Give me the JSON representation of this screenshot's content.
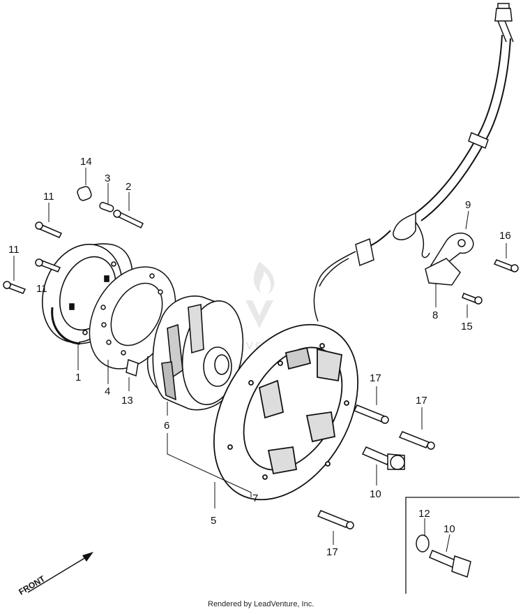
{
  "diagram": {
    "callouts": {
      "c1": "1",
      "c2": "2",
      "c3": "3",
      "c4": "4",
      "c5": "5",
      "c6": "6",
      "c7": "7",
      "c8": "8",
      "c9": "9",
      "c10a": "10",
      "c10b": "10",
      "c11a": "11",
      "c11b": "11",
      "c11c": "11",
      "c12": "12",
      "c13": "13",
      "c14": "14",
      "c15": "15",
      "c16": "16",
      "c17a": "17",
      "c17b": "17",
      "c17c": "17"
    },
    "direction_label": "FRONT",
    "watermark": "LEADVENTURE",
    "footer": "Rendered by LeadVenture, Inc."
  },
  "colors": {
    "ink": "#111111",
    "watermark": "#d4d4d4",
    "background": "#ffffff"
  }
}
